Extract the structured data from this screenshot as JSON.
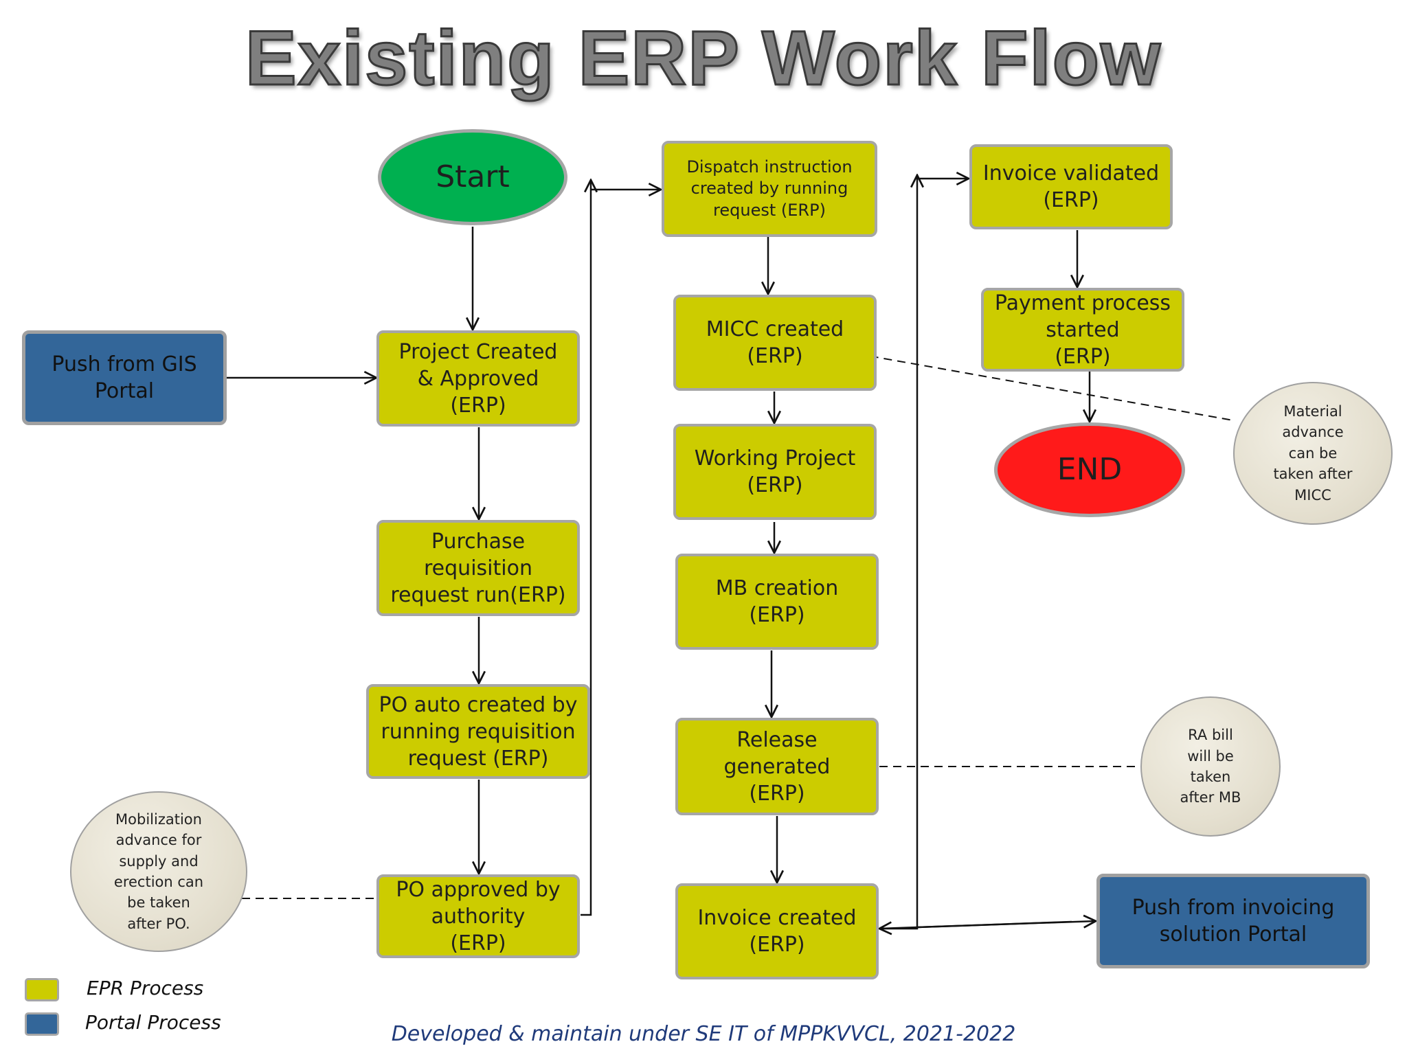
{
  "title": "Existing ERP Work Flow",
  "nodes": {
    "start": "Start",
    "end": "END",
    "push_gis": "Push from GIS\nPortal",
    "project_created": "Project Created\n& Approved\n(ERP)",
    "purchase_requisition": "Purchase\nrequisition\nrequest run(ERP)",
    "po_auto_created": "PO auto created by\nrunning requisition\nrequest   (ERP)",
    "po_approved": "PO approved by\nauthority\n(ERP)",
    "dispatch_instruction": "Dispatch instruction\ncreated by running\nrequest (ERP)",
    "micc_created": "MICC created\n(ERP)",
    "working_project": "Working Project\n(ERP)",
    "mb_creation": "MB creation\n(ERP)",
    "release_generated": "Release\ngenerated\n(ERP)",
    "invoice_created": "Invoice created\n(ERP)",
    "invoice_validated": "Invoice validated\n(ERP)",
    "payment_process": "Payment process\nstarted\n(ERP)",
    "push_invoicing": "Push from invoicing\nsolution Portal"
  },
  "notes": {
    "mobilization": "Mobilization\nadvance for\nsupply and\nerection can\nbe taken\nafter PO.",
    "material_advance": "Material\nadvance\ncan be\ntaken after\nMICC",
    "ra_bill": "RA bill\nwill be\ntaken\nafter MB"
  },
  "legend": {
    "erp_process": "EPR Process",
    "portal_process": "Portal Process"
  },
  "footer": "Developed & maintain under SE IT of MPPKVVCL, 2021-2022",
  "colors": {
    "erp": "#cccc00",
    "portal": "#336699",
    "start": "#00b050",
    "end": "#ff1a1a"
  }
}
